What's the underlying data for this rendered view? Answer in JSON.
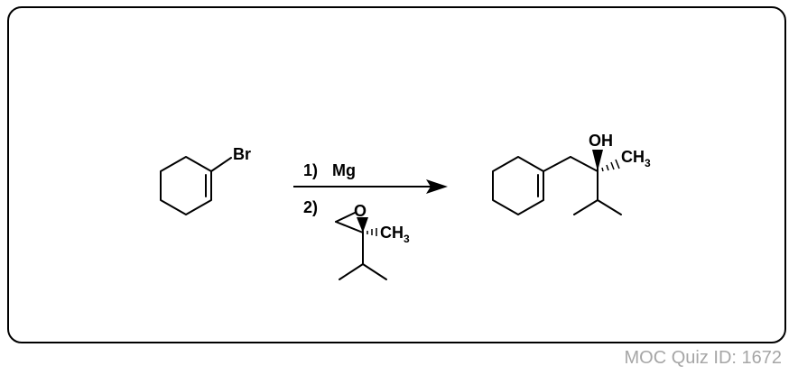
{
  "reactant": {
    "substituent": "Br"
  },
  "conditions": {
    "step1_number": "1)",
    "step1_reagent": "Mg",
    "step2_number": "2)",
    "epoxide_oxygen": "O",
    "epoxide_methyl": "CH",
    "epoxide_methyl_subscript": "3"
  },
  "product": {
    "hydroxyl": "OH",
    "methyl": "CH",
    "methyl_subscript": "3"
  },
  "footer": {
    "quiz_id": "MOC Quiz ID: 1672"
  }
}
